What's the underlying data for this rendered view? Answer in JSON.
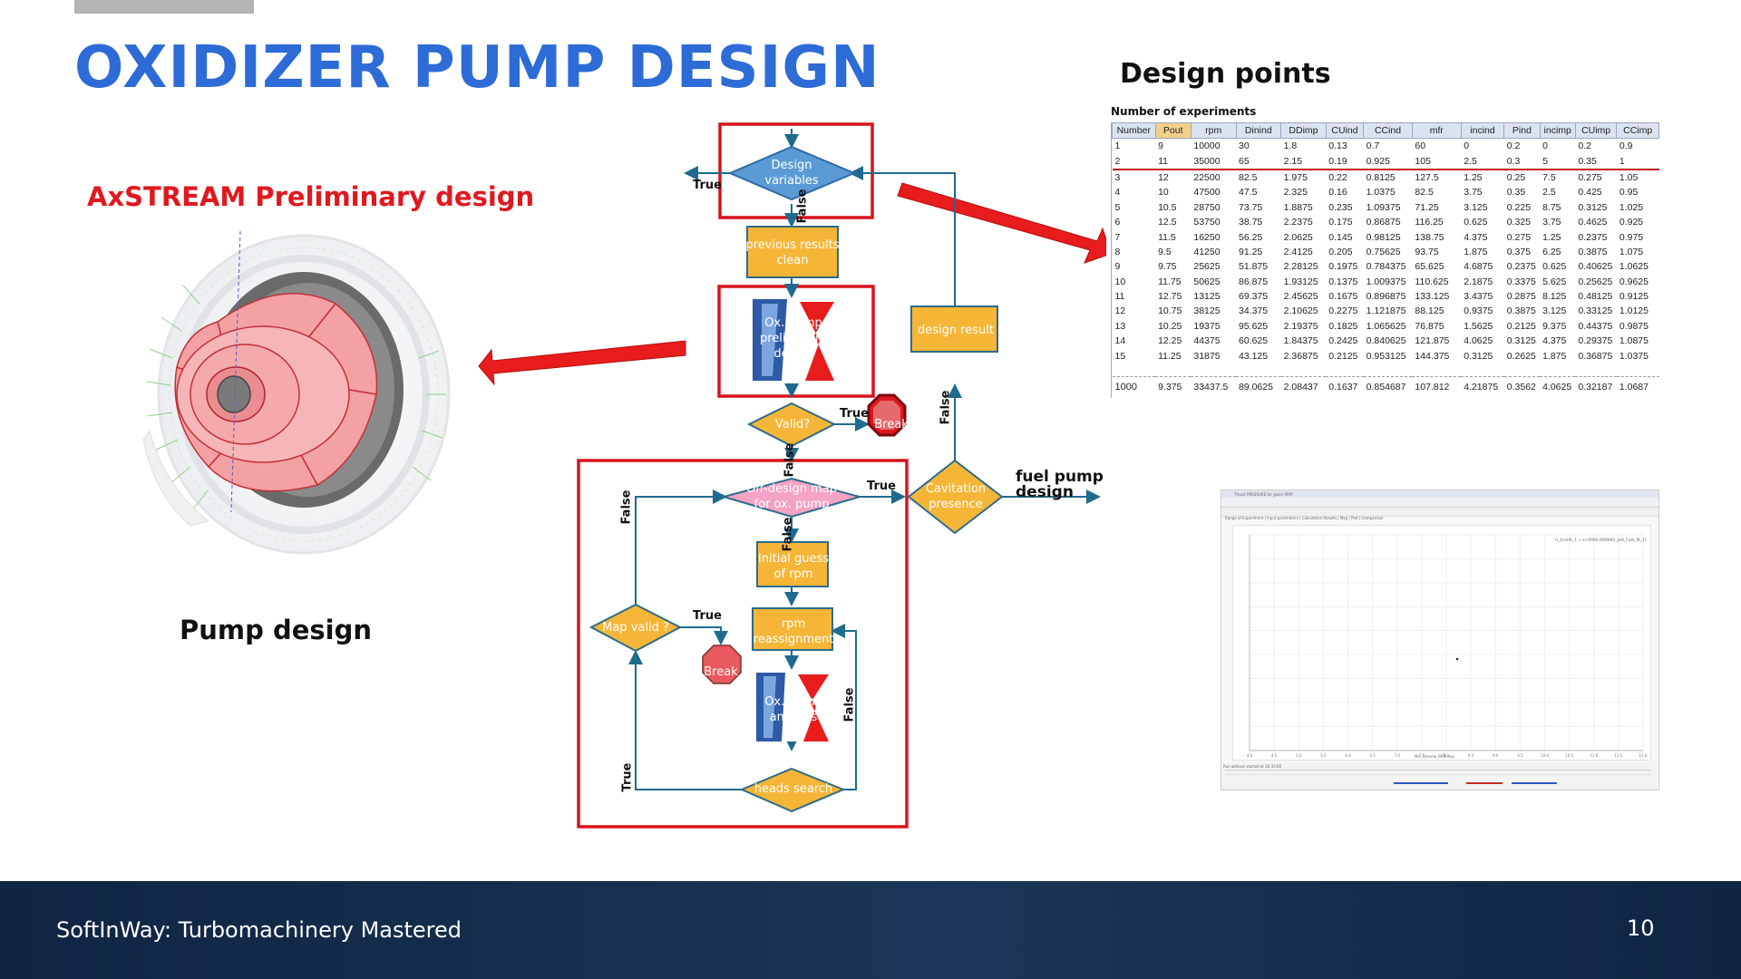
{
  "slide": {
    "title": "OXIDIZER PUMP DESIGN",
    "axstream_title": "AxSTREAM Preliminary design",
    "pump_caption": "Pump design",
    "design_points_title": "Design points",
    "experiments_label": "Number of experiments"
  },
  "footer": {
    "text": "SoftInWay: Turbomachinery Mastered",
    "page": "10"
  },
  "flowchart": {
    "design_variables": [
      "Design",
      "variables"
    ],
    "previous_results": [
      "previous results",
      "clean"
    ],
    "ox_pump_prelim": [
      "Ox. pump",
      "preliminary",
      "design"
    ],
    "valid": "Valid?",
    "break_top": "Break",
    "design_result": "design result",
    "offdesign": [
      "Off-design map",
      "for ox. pump"
    ],
    "cavitation": [
      "Cavitation",
      "presence"
    ],
    "fuel_pump": "fuel pump design",
    "initial_guess": [
      "Initial guess",
      "of rpm"
    ],
    "rpm_reassign": [
      "rpm",
      "reassignment"
    ],
    "map_valid": "Map valid ?",
    "break_bottom": "Break",
    "ox_pump_analysis": [
      "Ox. pump",
      "analysis"
    ],
    "heads_search": "heads search",
    "labels": {
      "true": "True",
      "false": "False"
    }
  },
  "table": {
    "headers": [
      "Number",
      "Pout",
      "rpm",
      "Dinind",
      "DDimp",
      "CUind",
      "CCind",
      "mfr",
      "incind",
      "Pind",
      "incimp",
      "CUimp",
      "CCimp"
    ],
    "rows": [
      [
        "1",
        "9",
        "10000",
        "30",
        "1.8",
        "0.13",
        "0.7",
        "60",
        "0",
        "0.2",
        "0",
        "0.2",
        "0.9"
      ],
      [
        "2",
        "11",
        "35000",
        "65",
        "2.15",
        "0.19",
        "0.925",
        "105",
        "2.5",
        "0.3",
        "5",
        "0.35",
        "1"
      ],
      [
        "3",
        "12",
        "22500",
        "82.5",
        "1.975",
        "0.22",
        "0.8125",
        "127.5",
        "1.25",
        "0.25",
        "7.5",
        "0.275",
        "1.05"
      ],
      [
        "4",
        "10",
        "47500",
        "47.5",
        "2.325",
        "0.16",
        "1.0375",
        "82.5",
        "3.75",
        "0.35",
        "2.5",
        "0.425",
        "0.95"
      ],
      [
        "5",
        "10.5",
        "28750",
        "73.75",
        "1.8875",
        "0.235",
        "1.09375",
        "71.25",
        "3.125",
        "0.225",
        "8.75",
        "0.3125",
        "1.025"
      ],
      [
        "6",
        "12.5",
        "53750",
        "38.75",
        "2.2375",
        "0.175",
        "0.86875",
        "116.25",
        "0.625",
        "0.325",
        "3.75",
        "0.4625",
        "0.925"
      ],
      [
        "7",
        "11.5",
        "16250",
        "56.25",
        "2.0625",
        "0.145",
        "0.98125",
        "138.75",
        "4.375",
        "0.275",
        "1.25",
        "0.2375",
        "0.975"
      ],
      [
        "8",
        "9.5",
        "41250",
        "91.25",
        "2.4125",
        "0.205",
        "0.75625",
        "93.75",
        "1.875",
        "0.375",
        "6.25",
        "0.3875",
        "1.075"
      ],
      [
        "9",
        "9.75",
        "25625",
        "51.875",
        "2.28125",
        "0.1975",
        "0.784375",
        "65.625",
        "4.6875",
        "0.2375",
        "0.625",
        "0.40625",
        "1.0625"
      ],
      [
        "10",
        "11.75",
        "50625",
        "86.875",
        "1.93125",
        "0.1375",
        "1.009375",
        "110.625",
        "2.1875",
        "0.3375",
        "5.625",
        "0.25625",
        "0.9625"
      ],
      [
        "11",
        "12.75",
        "13125",
        "69.375",
        "2.45625",
        "0.1675",
        "0.896875",
        "133.125",
        "3.4375",
        "0.2875",
        "8.125",
        "0.48125",
        "0.9125"
      ],
      [
        "12",
        "10.75",
        "38125",
        "34.375",
        "2.10625",
        "0.2275",
        "1.121875",
        "88.125",
        "0.9375",
        "0.3875",
        "3.125",
        "0.33125",
        "1.0125"
      ],
      [
        "13",
        "10.25",
        "19375",
        "95.625",
        "2.19375",
        "0.1825",
        "1.065625",
        "76.875",
        "1.5625",
        "0.2125",
        "9.375",
        "0.44375",
        "0.9875"
      ],
      [
        "14",
        "12.25",
        "44375",
        "60.625",
        "1.84375",
        "0.2425",
        "0.840625",
        "121.875",
        "4.0625",
        "0.3125",
        "4.375",
        "0.29375",
        "1.0875"
      ],
      [
        "15",
        "11.25",
        "31875",
        "43.125",
        "2.36875",
        "0.2125",
        "0.953125",
        "144.375",
        "0.3125",
        "0.2625",
        "1.875",
        "0.36875",
        "1.0375"
      ]
    ],
    "last_row": [
      "1000",
      "9.375",
      "33437.5",
      "89.0625",
      "2.08437",
      "0.1637",
      "0.854687",
      "107.812",
      "4.21875",
      "0.3562",
      "4.0625",
      "0.32187",
      "1.0687"
    ]
  },
  "chart_window": {
    "title": "Thrust PRESSURE for given SRPF",
    "tabs": "Range of Experiment | Input parameters | Calculation Results | Map | Plot | Comparison",
    "legend": "n_1(rmR_1 =+/-0000.000000_pt0_Fuel_M_1)",
    "footer_label": "Mrr_scheme_MFO nop",
    "log": "Run without started at 10:33:00",
    "xticks": [
      "4.0",
      "4.5",
      "5.0",
      "5.5",
      "6.0",
      "6.5",
      "7.0",
      "7.5",
      "8.0",
      "8.5",
      "9.0",
      "9.5",
      "10.0",
      "10.5",
      "11.0",
      "11.5",
      "12.0"
    ]
  }
}
